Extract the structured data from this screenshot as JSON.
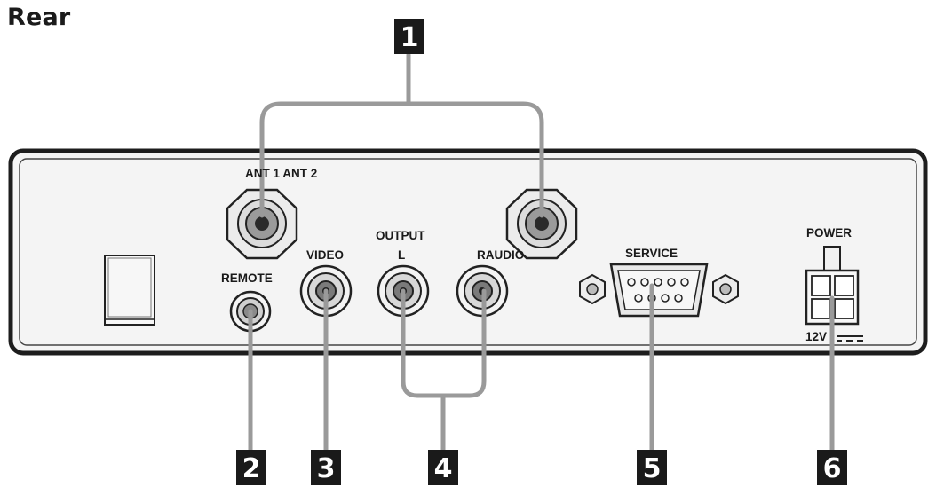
{
  "title": "Rear",
  "panel_labels": {
    "ant": "ANT 1 ANT 2",
    "remote": "REMOTE",
    "video": "VIDEO",
    "output": "OUTPUT",
    "left": "L",
    "raudio": "RAUDIO",
    "service": "SERVICE",
    "power": "POWER",
    "voltage": "12V"
  },
  "callouts": [
    "1",
    "2",
    "3",
    "4",
    "5",
    "6"
  ]
}
